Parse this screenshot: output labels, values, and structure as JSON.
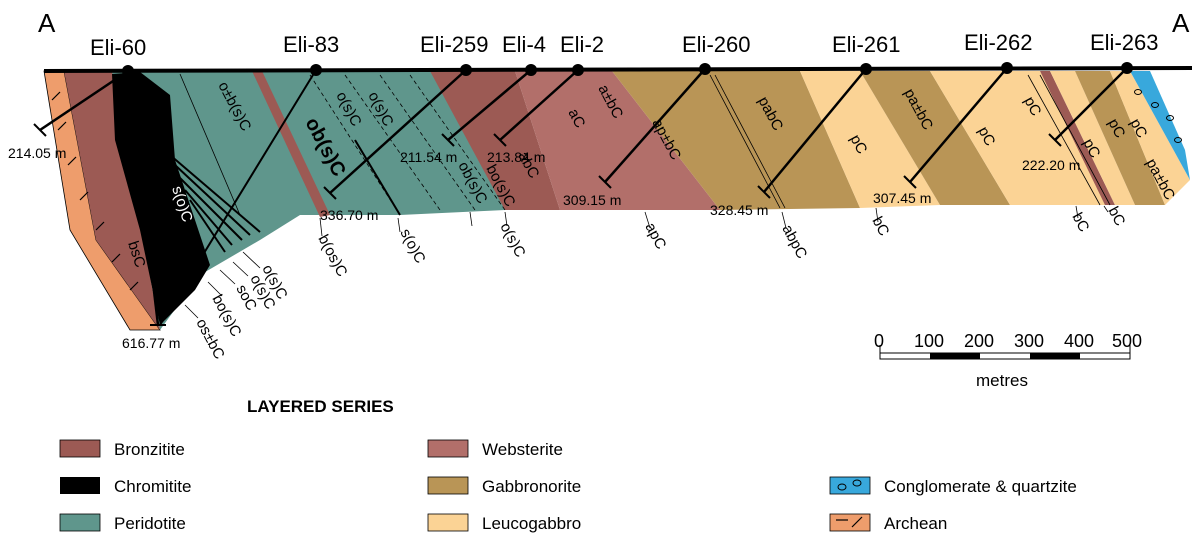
{
  "section": {
    "end_left": "A",
    "end_right": "A"
  },
  "drillholes": [
    {
      "name": "Eli-60",
      "depth": "214.05 m",
      "depth2": "616.77 m"
    },
    {
      "name": "Eli-83",
      "depth": "336.70 m"
    },
    {
      "name": "Eli-259",
      "depth": "211.54 m"
    },
    {
      "name": "Eli-4",
      "depth": "213.84 m"
    },
    {
      "name": "Eli-2",
      "depth": "309.15 m"
    },
    {
      "name": "Eli-260",
      "depth": "328.45 m"
    },
    {
      "name": "Eli-261",
      "depth": "307.45 m"
    },
    {
      "name": "Eli-262",
      "depth": "222.20 m"
    },
    {
      "name": "Eli-263",
      "depth": ""
    }
  ],
  "unit_labels": {
    "obsc": "o±b(s)C",
    "osc_a": "o(s)C",
    "osc_b": "o(s)C",
    "obsc_big": "ob(s)C",
    "soc": "s(o)C",
    "bsc": "bsC",
    "obsc2": "ob(s)C",
    "bosc": "bo(s)C",
    "abc": "abC",
    "ac": "aC",
    "apmbc": "a±bC",
    "appbc": "ap±bC",
    "pabc": "pabC",
    "pc1": "pC",
    "papbc": "pa±bC",
    "pc2": "pC",
    "pc3": "pC",
    "pc4": "pC",
    "pc5": "pC",
    "pc6": "pC",
    "papbc2": "pa±bC",
    "bosc_low": "b(os)C",
    "soc_low": "s(o)C",
    "osc_low": "o(s)C",
    "apc_low": "apC",
    "abpc_low": "abpC",
    "bc_low": "bC",
    "bc_low2": "bC",
    "bc_low3": "bC",
    "fan1": "o(s)C",
    "fan2": "o(s)C",
    "fan3": "soC",
    "fan4": "bo(s)C",
    "fan5": "os±bC"
  },
  "scale_bar": {
    "ticks": [
      "0",
      "100",
      "200",
      "300",
      "400",
      "500"
    ],
    "unit": "metres"
  },
  "legend": {
    "heading": "LAYERED SERIES",
    "items": [
      {
        "label": "Bronzitite",
        "color": "#9c5a54"
      },
      {
        "label": "Chromitite",
        "color": "#000000"
      },
      {
        "label": "Peridotite",
        "color": "#5f968c"
      },
      {
        "label": "Websterite",
        "color": "#b26f6a"
      },
      {
        "label": "Gabbronorite",
        "color": "#b99556"
      },
      {
        "label": "Leucogabbro",
        "color": "#fbd395"
      },
      {
        "label": "Conglomerate & quartzite",
        "color": "#38a8dc"
      },
      {
        "label": "Archean",
        "color": "#ee9d6c"
      }
    ]
  }
}
